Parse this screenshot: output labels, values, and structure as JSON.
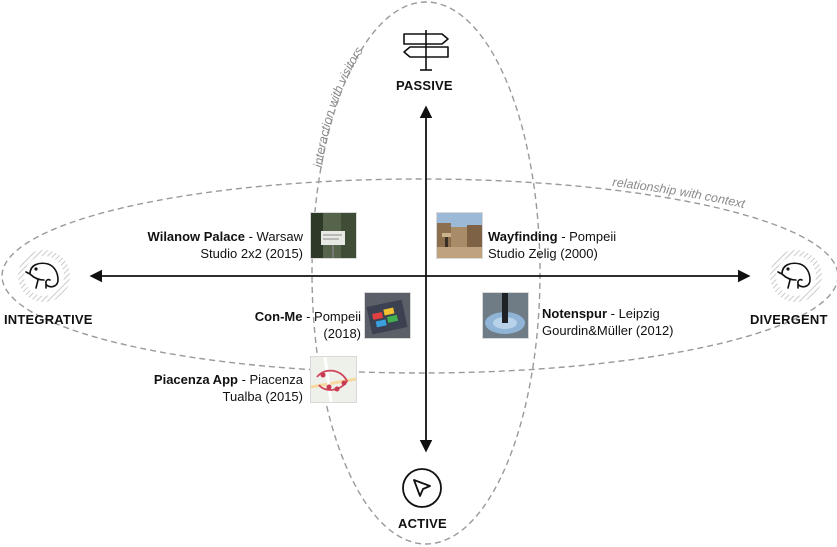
{
  "axes": {
    "top": "PASSIVE",
    "bottom": "ACTIVE",
    "left": "INTEGRATIVE",
    "right": "DIVERGENT",
    "vertical_ellipse_label": "interaction with visitors",
    "horizontal_ellipse_label": "relationship with context"
  },
  "cases": [
    {
      "name": "Wilanow Palace",
      "sep": " - ",
      "place": "Warsaw",
      "line2": "Studio 2x2 (2015)"
    },
    {
      "name": "Wayfinding",
      "sep": " - ",
      "place": "Pompeii",
      "line2": "Studio Zelig (2000)"
    },
    {
      "name": "Con-Me",
      "sep": " - ",
      "place": "Pompeii",
      "line2": "(2018)"
    },
    {
      "name": "Notenspur",
      "sep": " - ",
      "place": "Leipzig",
      "line2": "Gourdin&Müller (2012)"
    },
    {
      "name": "Piacenza App",
      "sep": " - ",
      "place": "Piacenza",
      "line2": "Tualba (2015)"
    }
  ],
  "colors": {
    "axis": "#111111",
    "ellipse": "#9a9a9a",
    "ellipse_label": "#8a8a8a",
    "hatch": "#bdbdbd"
  },
  "icons": {
    "top": "signpost-icon",
    "bottom": "cursor-arrow-icon",
    "left": "chameleon-icon",
    "right": "chameleon-icon"
  }
}
